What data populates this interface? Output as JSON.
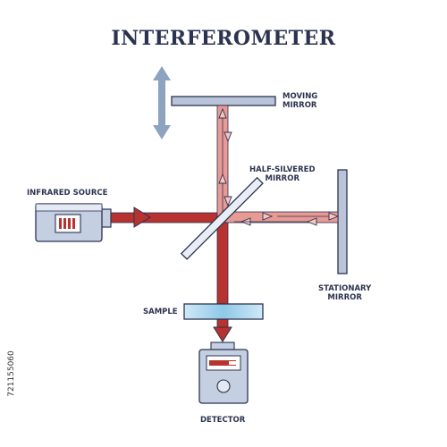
{
  "title": "INTERFEROMETER",
  "labels": {
    "moving_mirror": [
      "MOVING",
      "MIRROR"
    ],
    "half_silvered_mirror": [
      "HALF-SILVERED",
      "MIRROR"
    ],
    "infrared_source": "INFRARED SOURCE",
    "stationary_mirror": [
      "STATIONARY",
      "MIRROR"
    ],
    "sample": "SAMPLE",
    "detector": "DETECTOR"
  },
  "stock_id": "721155060",
  "colors": {
    "title": "#2c3350",
    "beam_dark": "#b8322f",
    "beam_light": "#e89a94",
    "mirror": "#b9c4d8",
    "sample_glass": "#a9d6ee",
    "device_body": "#c5cfe2",
    "outline": "#2c3350",
    "motion_arrow": "#8ea3bf"
  },
  "icons": {
    "motion": "double-headed-vertical-arrow-icon"
  }
}
